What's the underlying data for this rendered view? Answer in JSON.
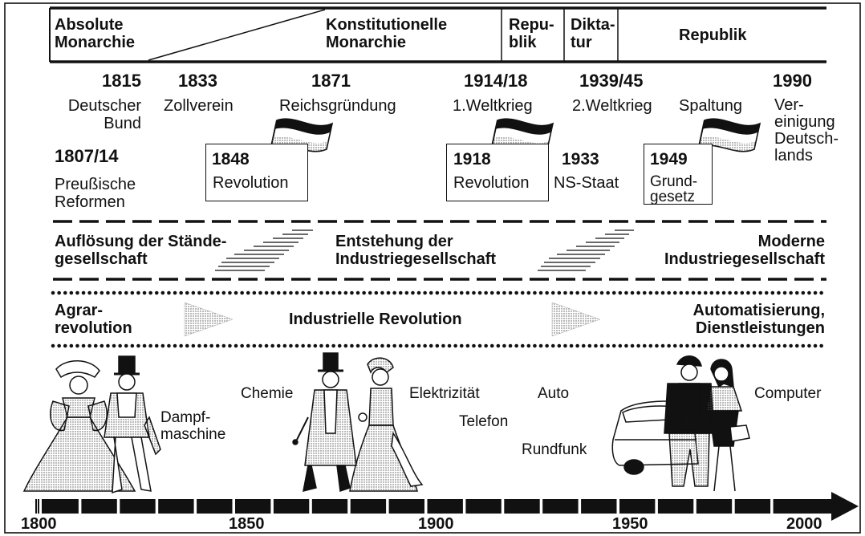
{
  "eras": {
    "absolute": "Absolute\nMonarchie",
    "konstitutionell": "Konstitutionelle\nMonarchie",
    "republik1": "Repu-\nblik",
    "diktatur": "Dikta-\ntur",
    "republik2": "Republik"
  },
  "events": {
    "e1815_year": "1815",
    "e1815_label": "Deutscher\nBund",
    "e1833_year": "1833",
    "e1833_label": "Zollverein",
    "e1871_year": "1871",
    "e1871_label": "Reichsgründung",
    "e1914_year": "1914/18",
    "e1914_label": "1.Weltkrieg",
    "e1939_year": "1939/45",
    "e1939_label": "2.Weltkrieg",
    "spaltung": "Spaltung",
    "e1990_year": "1990",
    "e1990_label": "Ver-\neinigung\nDeutsch-\nlands",
    "e1807_year": "1807/14",
    "e1807_label": "Preußische\nReformen",
    "e1848_year": "1848",
    "e1848_label": "Revolution",
    "e1918_year": "1918",
    "e1918_label": "Revolution",
    "e1933_year": "1933",
    "e1933_label": "NS-Staat",
    "e1949_year": "1949",
    "e1949_label": "Grund-\ngesetz"
  },
  "society": {
    "left": "Auflösung der Stände-\ngesellschaft",
    "middle": "Entstehung der\nIndustriegesellschaft",
    "right": "Moderne\nIndustriegesellschaft"
  },
  "economy": {
    "left": "Agrar-\nrevolution",
    "middle": "Industrielle Revolution",
    "right": "Automatisierung,\nDienstleistungen"
  },
  "technology": {
    "dampf": "Dampf-\nmaschine",
    "chemie": "Chemie",
    "elektrizitaet": "Elektrizität",
    "auto": "Auto",
    "telefon": "Telefon",
    "rundfunk": "Rundfunk",
    "computer": "Computer"
  },
  "timeline": {
    "ticks": [
      "1800",
      "1850",
      "1900",
      "1950",
      "2000"
    ],
    "range": [
      1800,
      2000
    ]
  },
  "colors": {
    "ink": "#111111",
    "paper": "#ffffff",
    "stipple": "#cfcfcf"
  }
}
